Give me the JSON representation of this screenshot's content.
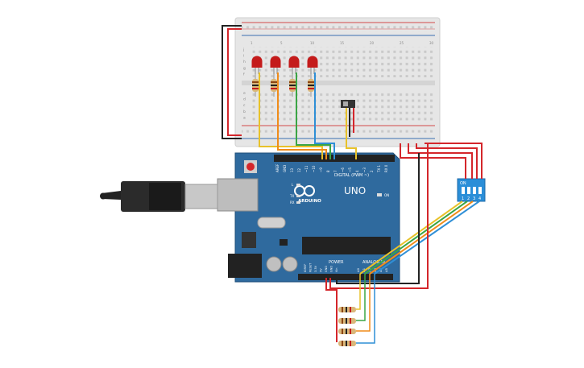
{
  "board": {
    "logo": "ARDUINO",
    "model": "UNO",
    "on_label": "ON",
    "digital_label": "DIGITAL (PWM ~)",
    "power_label": "POWER",
    "analog_label": "ANALOG IN",
    "tx_label": "TX",
    "rx_label": "RX",
    "l_label": "L",
    "digital_pins": [
      "AREF",
      "GND",
      "13",
      "12",
      "~11",
      "~10",
      "~9",
      "8",
      "7",
      "~6",
      "~5",
      "4",
      "~3",
      "2",
      "TX 1",
      "RX 0"
    ],
    "power_pins": [
      "IOREF",
      "RESET",
      "3.3V",
      "5V",
      "GND",
      "GND",
      "Vin"
    ],
    "analog_pins": [
      "A0",
      "A1",
      "A2",
      "A3",
      "A4",
      "A5"
    ]
  },
  "dip_switch": {
    "on_label": "ON",
    "numbers": [
      "1",
      "2",
      "3",
      "4"
    ]
  },
  "breadboard": {
    "row_letters_top": [
      "j",
      "i",
      "h",
      "g",
      "f"
    ],
    "row_letters_bottom": [
      "e",
      "d",
      "c",
      "b",
      "a"
    ],
    "column_numbers": [
      "1",
      "5",
      "10",
      "15",
      "20",
      "25",
      "30"
    ]
  },
  "colors": {
    "board_blue": "#2f6a9e",
    "wire_red": "#d4262b",
    "wire_black": "#222222",
    "wire_orange": "#f08c1a",
    "wire_yellow": "#e8c22a",
    "wire_green": "#3aa545",
    "wire_blue": "#2f8fd6",
    "led_red": "#c41b1b",
    "dip_blue": "#2a8ed8"
  }
}
